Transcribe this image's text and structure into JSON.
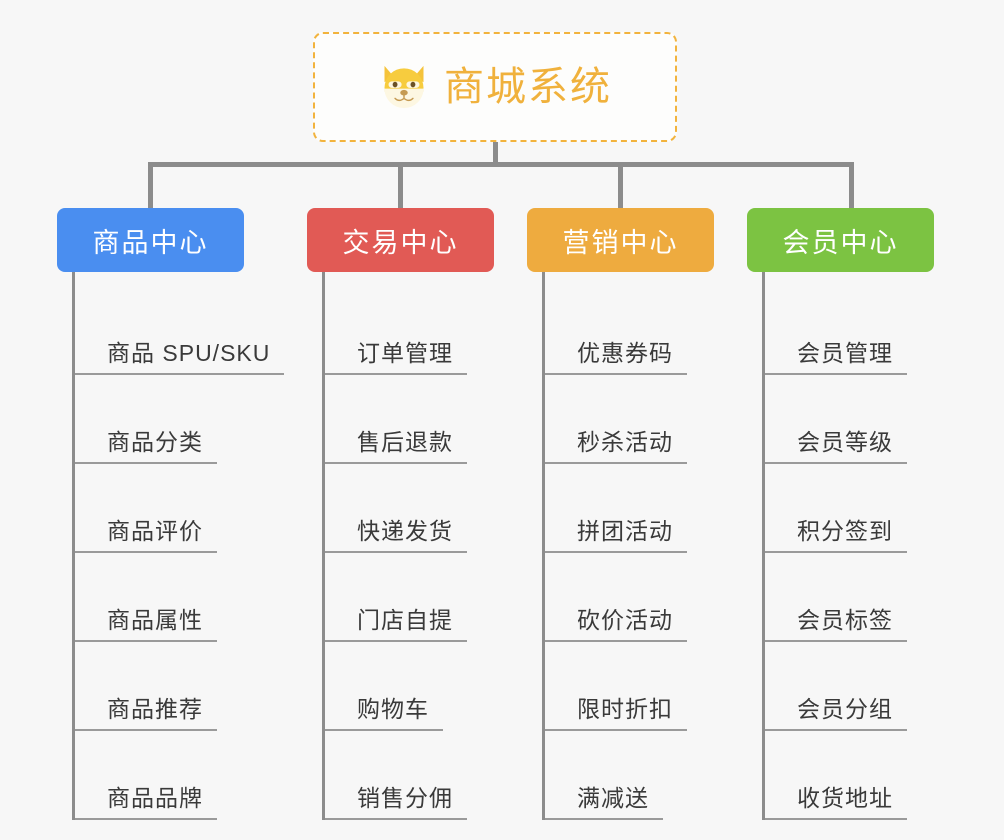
{
  "background_color": "#f7f7f7",
  "root": {
    "title": "商城系统",
    "icon": "dog-face-icon",
    "color": "#f0b13c",
    "border_color": "#f2b33d"
  },
  "columns": [
    {
      "title": "商品中心",
      "color": "#4a8ef0",
      "items": [
        "商品 SPU/SKU",
        "商品分类",
        "商品评价",
        "商品属性",
        "商品推荐",
        "商品品牌"
      ]
    },
    {
      "title": "交易中心",
      "color": "#e15a55",
      "items": [
        "订单管理",
        "售后退款",
        "快递发货",
        "门店自提",
        "购物车",
        "销售分佣"
      ]
    },
    {
      "title": "营销中心",
      "color": "#eeab3f",
      "items": [
        "优惠券码",
        "秒杀活动",
        "拼团活动",
        "砍价活动",
        "限时折扣",
        "满减送"
      ]
    },
    {
      "title": "会员中心",
      "color": "#7cc342",
      "items": [
        "会员管理",
        "会员等级",
        "积分签到",
        "会员标签",
        "会员分组",
        "收货地址"
      ]
    }
  ]
}
